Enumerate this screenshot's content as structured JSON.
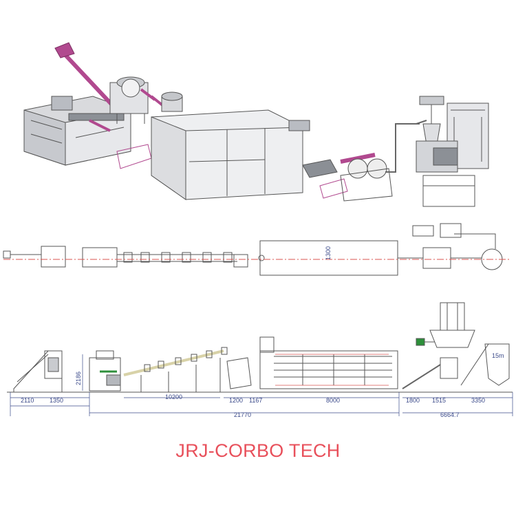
{
  "brand": {
    "text": "JRJ-CORBO TECH",
    "color": "#e8505b"
  },
  "dimensions": {
    "d1": "2110",
    "d2": "1350",
    "d3": "2186",
    "d4": "10200",
    "d5": "1200",
    "d6": "1167",
    "d7": "8000",
    "d8": "1800",
    "d9": "1515",
    "d10": "3350",
    "total": "21770",
    "tail": "6664.7",
    "plan_width": "1300",
    "silo": "15m"
  },
  "colors": {
    "line": "#5a5a5a",
    "machine_fill": "#e6e7ea",
    "machine_dark": "#b9bcc2",
    "conveyor_accent": "#b1498f",
    "centerline": "#d9534f",
    "dimension": "#3b4a8a"
  },
  "sections": [
    "3d-view",
    "plan-view",
    "elevation-view"
  ]
}
